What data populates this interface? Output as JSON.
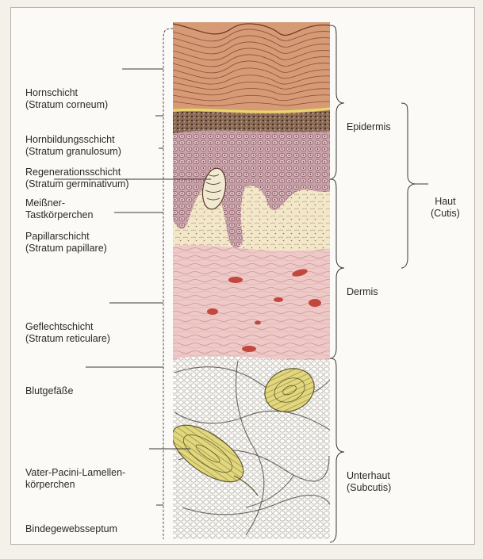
{
  "left_labels": [
    {
      "id": "hornschicht",
      "lines": [
        "Hornschicht",
        "(Stratum corneum)"
      ]
    },
    {
      "id": "hornbildungsschicht",
      "lines": [
        "Hornbildungsschicht",
        "(Stratum granulosum)"
      ]
    },
    {
      "id": "regenerationsschicht",
      "lines": [
        "Regenerationsschicht",
        "(Stratum germinativum)"
      ]
    },
    {
      "id": "meissner",
      "lines": [
        "Meißner-",
        "Tastkörperchen"
      ]
    },
    {
      "id": "papillarschicht",
      "lines": [
        "Papillarschicht",
        "(Stratum papillare)"
      ]
    },
    {
      "id": "geflechtschicht",
      "lines": [
        "Geflechtschicht",
        "(Stratum reticulare)"
      ]
    },
    {
      "id": "blutgefaesse",
      "lines": [
        "Blutgefäße"
      ]
    },
    {
      "id": "vater-pacini",
      "lines": [
        "Vater-Pacini-Lamellen-",
        "körperchen"
      ]
    },
    {
      "id": "bindegewebsseptum",
      "lines": [
        "Bindegewebsseptum"
      ]
    }
  ],
  "right_labels": [
    {
      "id": "epidermis",
      "lines": [
        "Epidermis"
      ]
    },
    {
      "id": "haut",
      "lines": [
        "Haut",
        "(Cutis)"
      ]
    },
    {
      "id": "dermis",
      "lines": [
        "Dermis"
      ]
    },
    {
      "id": "unterhaut",
      "lines": [
        "Unterhaut",
        "(Subcutis)"
      ]
    }
  ]
}
